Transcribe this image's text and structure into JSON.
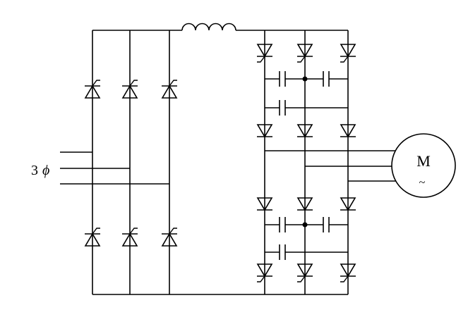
{
  "diagram": {
    "input_label_num": "3",
    "input_label_phi": "ϕ",
    "motor_label": "M",
    "motor_sub": "~"
  }
}
